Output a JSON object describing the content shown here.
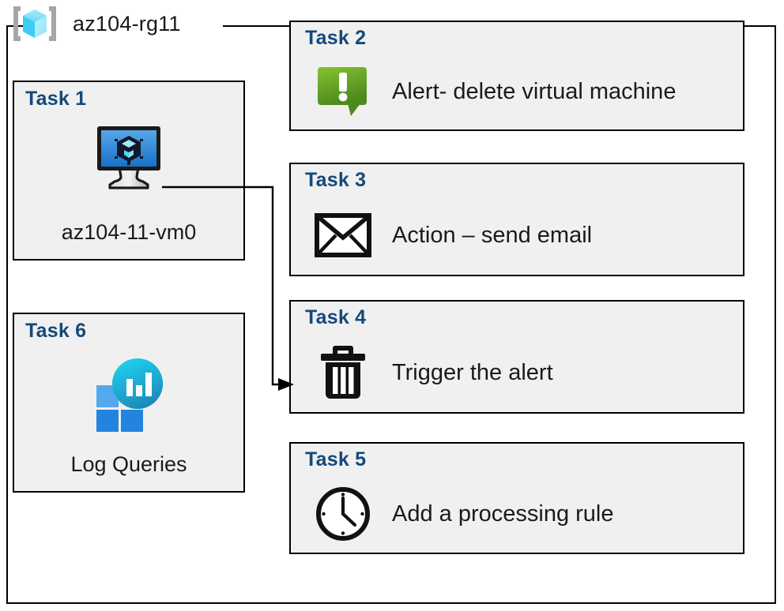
{
  "resource_group": {
    "icon": "azure-resource-group-icon",
    "label": "az104-rg11"
  },
  "colors": {
    "task_title": "#14497B",
    "card_background": "#F0F0F0",
    "border": "#000000",
    "alert_green_light": "#7FBA28",
    "alert_green_dark": "#4E8A1E",
    "vm_blue": "#2F84D8",
    "log_tile_blue": "#2E8BE0",
    "log_circle_cyan": "#19C6E6"
  },
  "cards": {
    "task1": {
      "title": "Task 1",
      "icon": "virtual-machine-icon",
      "caption": "az104-11-vm0"
    },
    "task6": {
      "title": "Task 6",
      "icon": "log-analytics-icon",
      "caption": "Log Queries"
    },
    "task2": {
      "title": "Task 2",
      "icon": "alert-exclamation-icon",
      "label": "Alert- delete virtual machine"
    },
    "task3": {
      "title": "Task 3",
      "icon": "envelope-icon",
      "label": "Action – send email"
    },
    "task4": {
      "title": "Task 4",
      "icon": "trash-can-icon",
      "label": "Trigger the alert"
    },
    "task5": {
      "title": "Task 5",
      "icon": "clock-icon",
      "label": "Add a processing rule"
    }
  },
  "connector": {
    "from": "virtual-machine-icon",
    "to": "task4-card",
    "arrow": "arrowhead-right"
  }
}
